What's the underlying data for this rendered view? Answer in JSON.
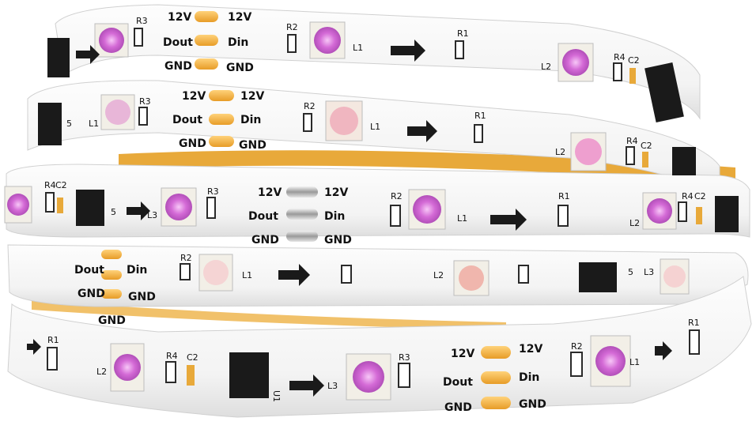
{
  "colors": {
    "background": "#ffffff",
    "strip": "#f7f7f7",
    "strip_edge": "#d4d4d4",
    "strip_underside": "#e8a93a",
    "pad_gold": "#f0b54a",
    "pad_silver": "#c8c8c8",
    "ic_body": "#1a1a1a",
    "led_magenta": "#d46ad6",
    "resistor": "#2a2a2a"
  },
  "pads": {
    "v12": "12V",
    "dout": "Dout",
    "din": "Din",
    "gnd": "GND"
  },
  "components": {
    "r1": "R1",
    "r2": "R2",
    "r3": "R3",
    "r4": "R4",
    "c2": "C2",
    "l1": "L1",
    "l2": "L2",
    "l3": "L3",
    "u1": "U1",
    "five": "5"
  }
}
